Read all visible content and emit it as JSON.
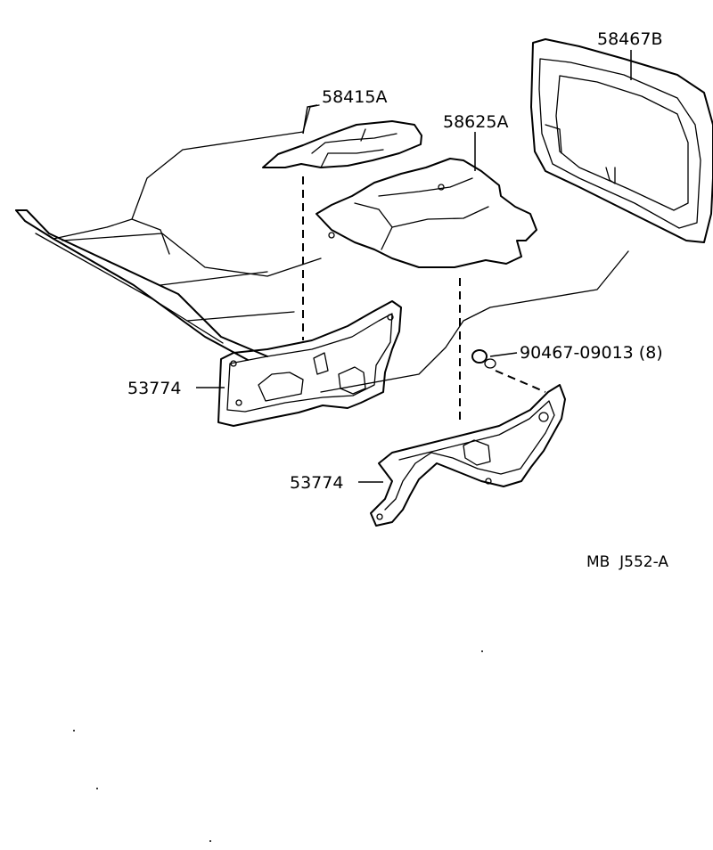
{
  "parts": {
    "mat_upper_center": "58415A",
    "cover_center": "58625A",
    "cover_right": "58467B",
    "bracket_left": "53774",
    "bracket_lower": "53774",
    "clip": "90467-09013 (8)"
  },
  "drawing_code": "MB  J552-A"
}
